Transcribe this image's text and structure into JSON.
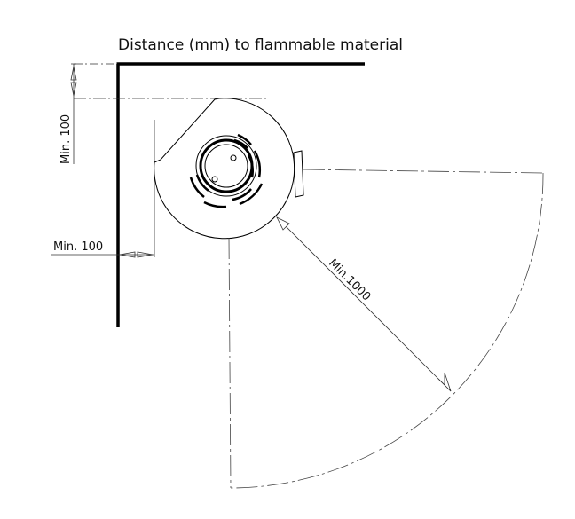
{
  "title": "Distance (mm) to flammable material",
  "labels": {
    "side_clearance": "Min. 100",
    "back_clearance": "Min. 100",
    "front_clearance": "Min.1000"
  }
}
